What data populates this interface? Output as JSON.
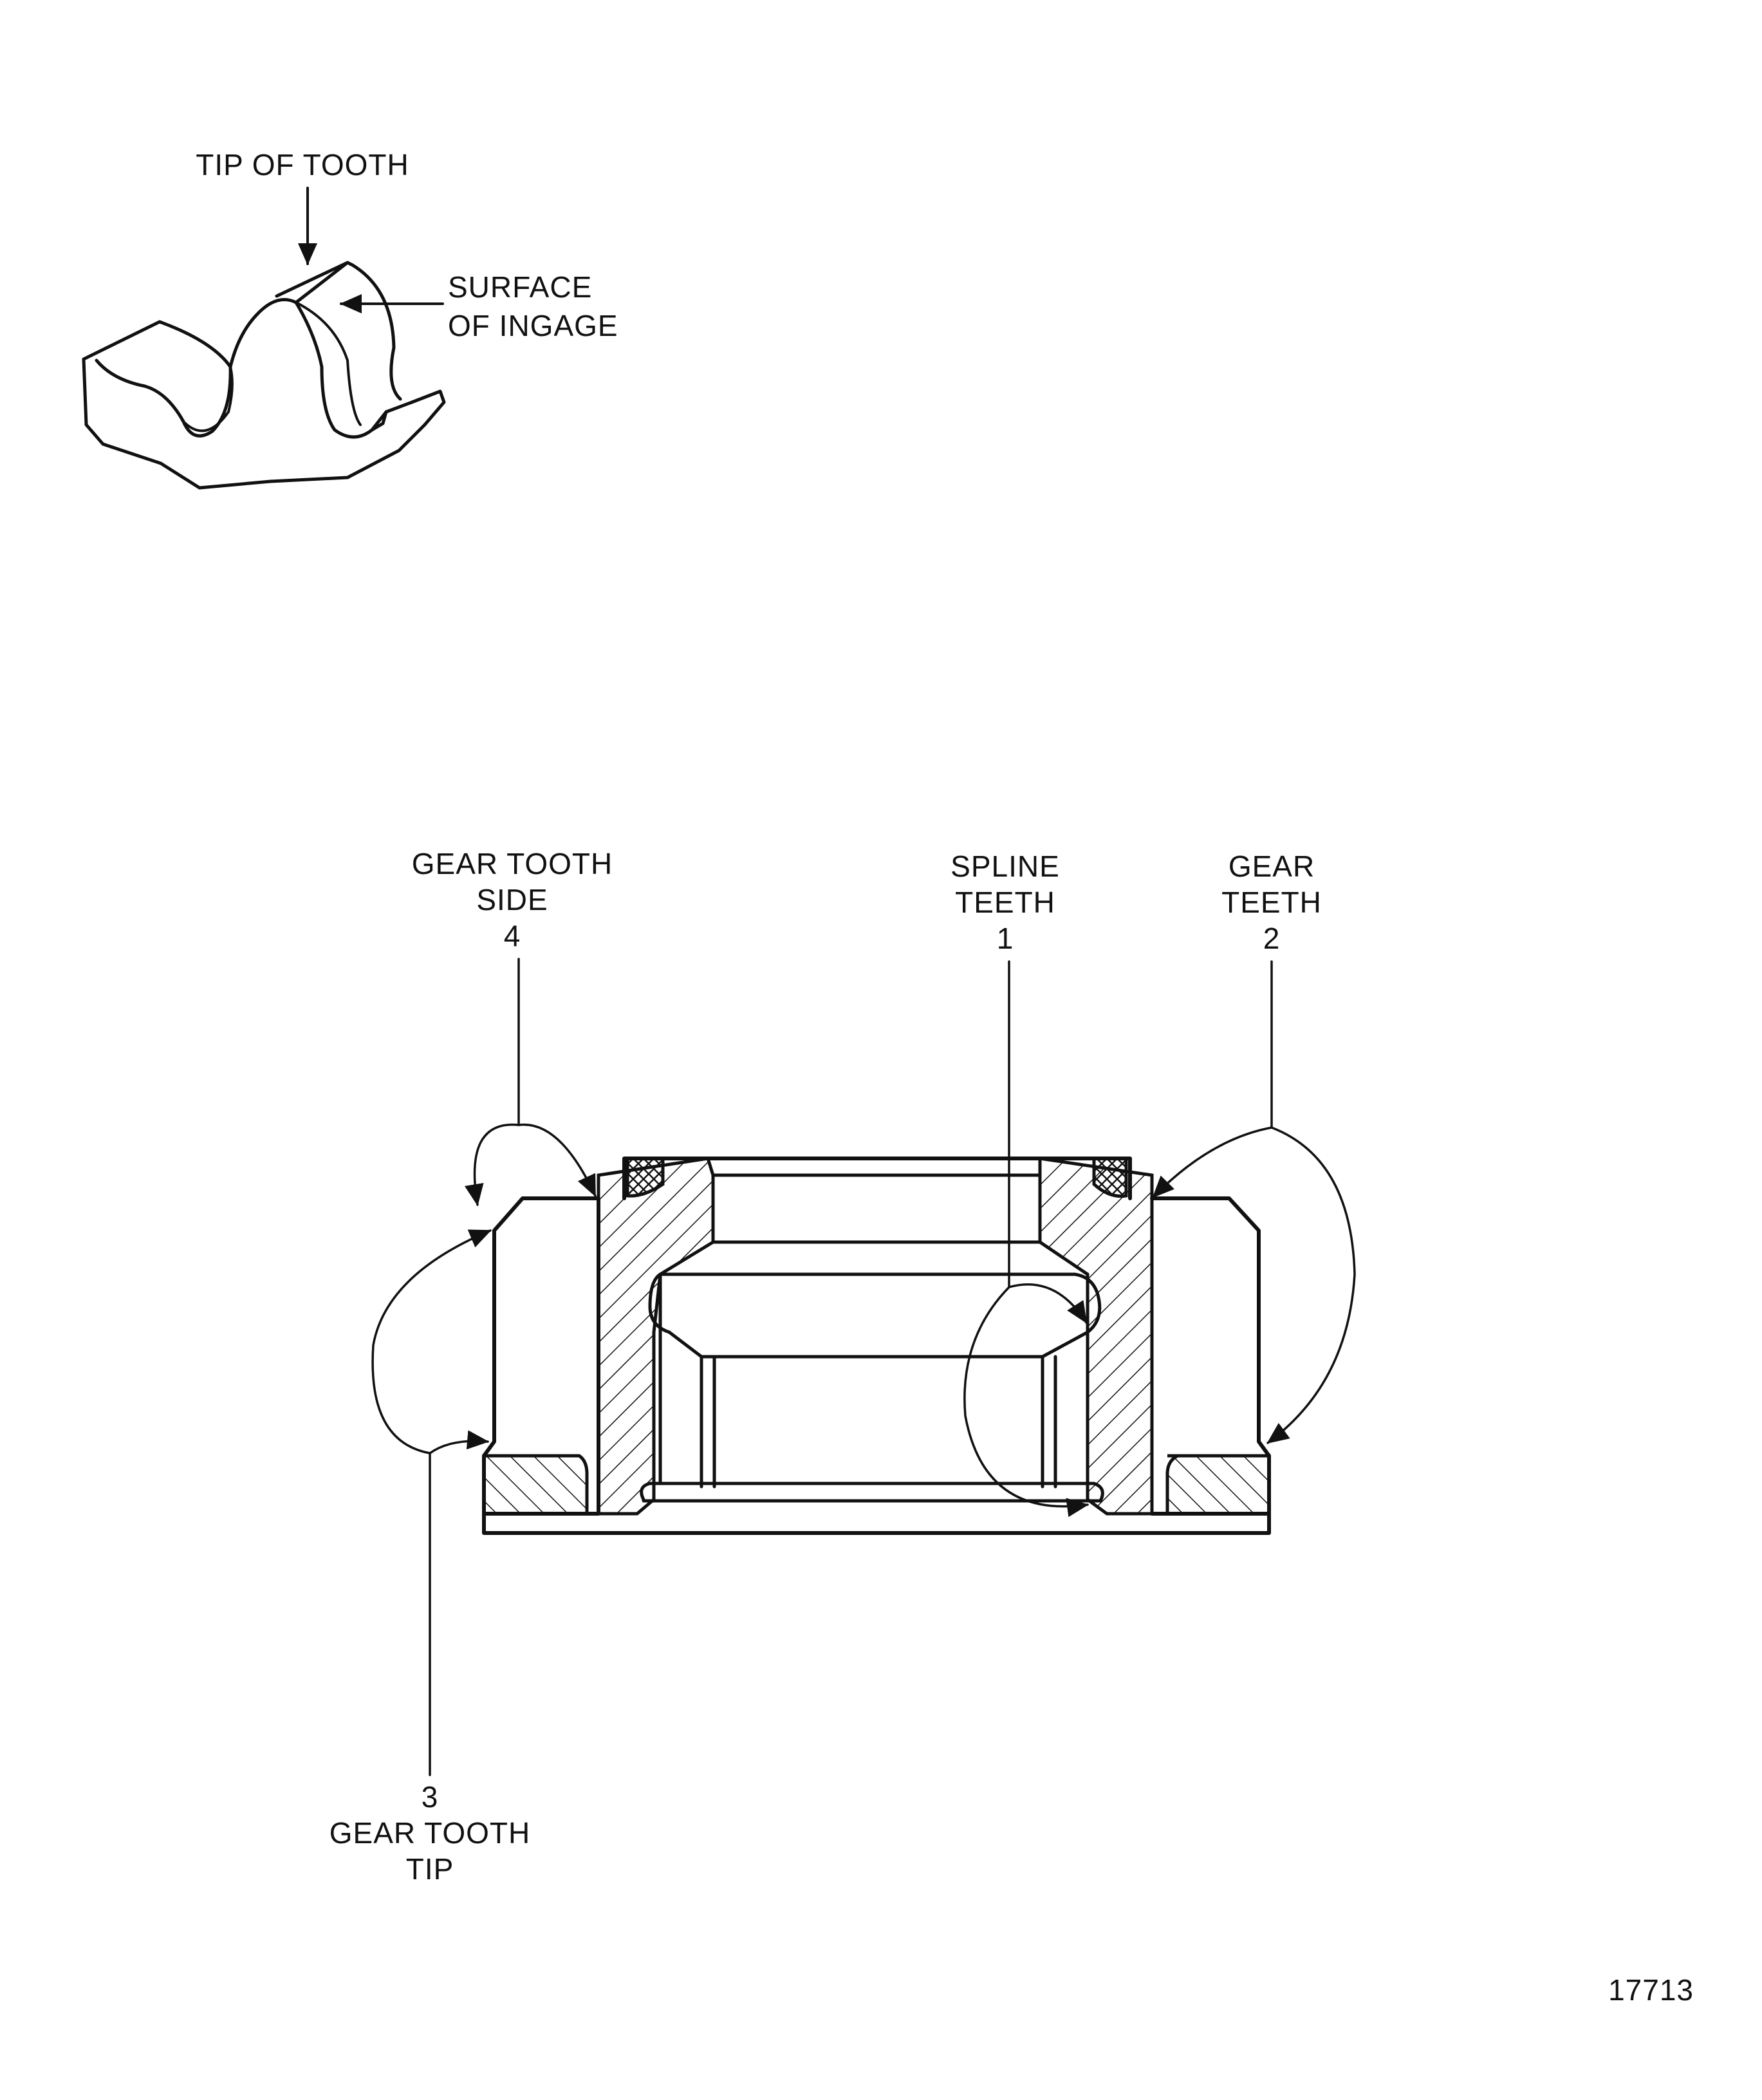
{
  "tooth_view": {
    "tip_label": "TIP OF TOOTH",
    "surface_label_line1": "SURFACE",
    "surface_label_line2": "OF INGAGE"
  },
  "section_view": {
    "callout_4": {
      "line1": "GEAR TOOTH",
      "line2": "SIDE",
      "number": "4"
    },
    "callout_1": {
      "line1": "SPLINE",
      "line2": "TEETH",
      "number": "1"
    },
    "callout_2": {
      "line1": "GEAR",
      "line2": "TEETH",
      "number": "2"
    },
    "callout_3": {
      "number": "3",
      "line1": "GEAR TOOTH",
      "line2": "TIP"
    }
  },
  "figure_number": "17713"
}
